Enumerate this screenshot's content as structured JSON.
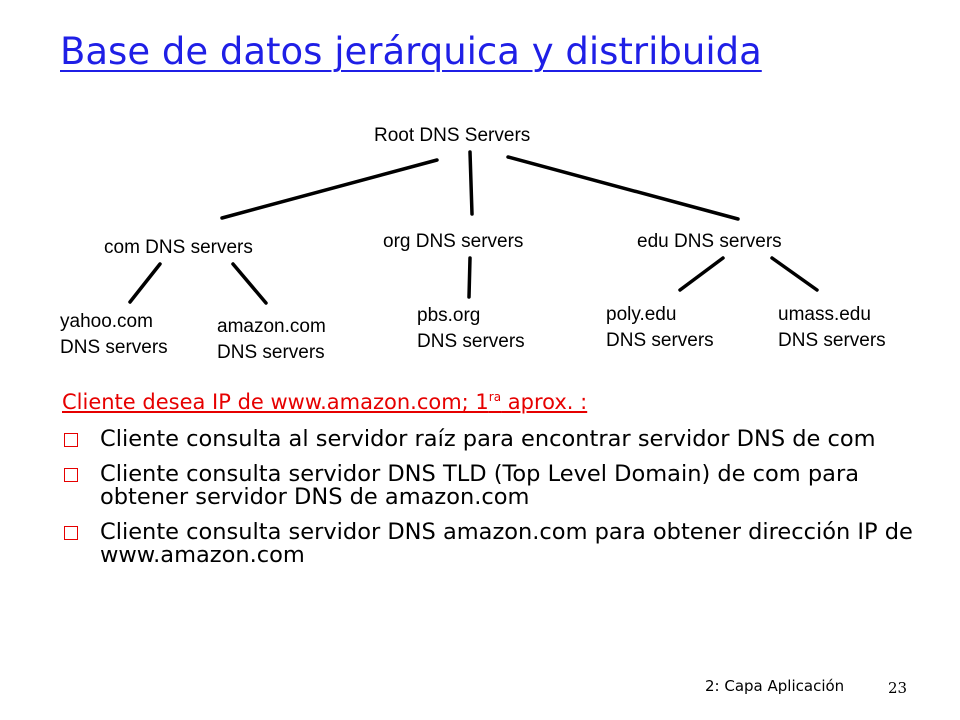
{
  "title": "Base de datos jerárquica y distribuida",
  "tree": {
    "root": "Root DNS Servers",
    "tld": {
      "com": "com DNS servers",
      "org": "org DNS servers",
      "edu": "edu DNS servers"
    },
    "leaves": {
      "yahoo": [
        "yahoo.com",
        "DNS servers"
      ],
      "amazon": [
        "amazon.com",
        "DNS servers"
      ],
      "pbs": [
        "pbs.org",
        "DNS servers"
      ],
      "poly": [
        "poly.edu",
        "DNS servers"
      ],
      "umass": [
        "umass.edu",
        "DNS servers"
      ]
    }
  },
  "subtitle": {
    "main": "Cliente desea IP de www.amazon.com; 1",
    "sup": "ra",
    "tail": " aprox. :"
  },
  "bullets": [
    "Cliente consulta al servidor raíz para encontrar servidor DNS de com",
    "Cliente consulta servidor DNS TLD (Top Level Domain) de com para obtener servidor DNS de amazon.com",
    "Cliente consulta servidor DNS amazon.com para obtener dirección IP de www.amazon.com"
  ],
  "footer": {
    "label": "2: Capa Aplicación",
    "page": "23"
  },
  "colors": {
    "title": "#1f1fe6",
    "accent": "#e60000"
  }
}
